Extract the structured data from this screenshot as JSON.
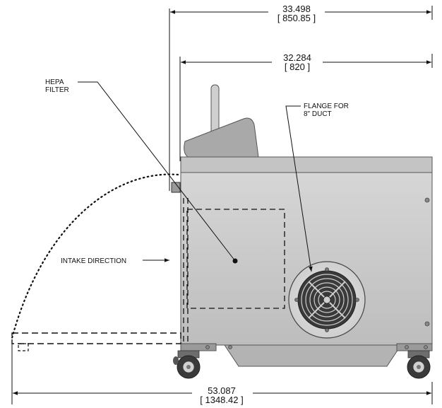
{
  "dimensions": {
    "overall_width": {
      "inches": "33.498",
      "mm": "[ 850.85 ]"
    },
    "body_width": {
      "inches": "32.284",
      "mm": "[ 820 ]"
    },
    "extended_length": {
      "inches": "53.087",
      "mm": "[ 1348.42 ]"
    }
  },
  "callouts": {
    "hepa_filter": {
      "line1": "HEPA",
      "line2": "FILTER"
    },
    "flange": {
      "line1": "FLANGE FOR",
      "line2": "8\" DUCT"
    },
    "intake": "INTAKE DIRECTION"
  }
}
